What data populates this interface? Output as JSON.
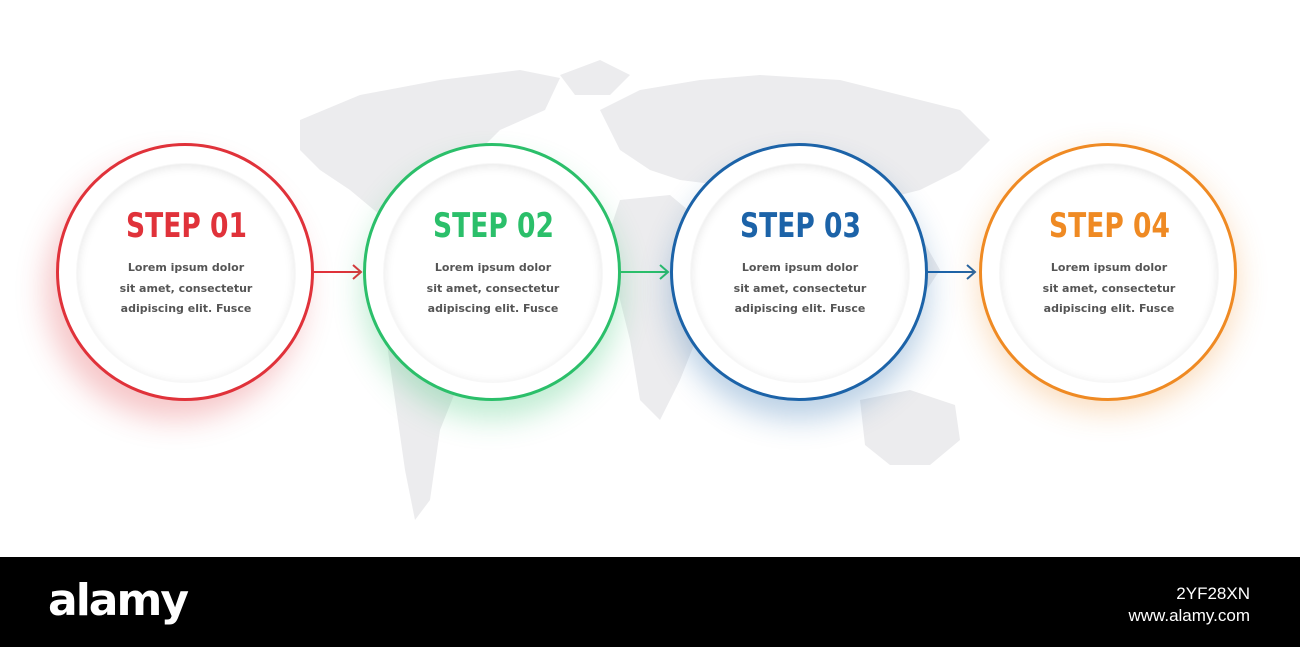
{
  "steps": [
    {
      "title": "STEP 01",
      "lines": [
        "Lorem ipsum dolor",
        "sit amet, consectetur",
        "adipiscing elit. Fusce"
      ],
      "color": "#e0323a"
    },
    {
      "title": "STEP 02",
      "lines": [
        "Lorem ipsum dolor",
        "sit amet, consectetur",
        "adipiscing elit. Fusce"
      ],
      "color": "#2bbf6a"
    },
    {
      "title": "STEP 03",
      "lines": [
        "Lorem ipsum dolor",
        "sit amet, consectetur",
        "adipiscing elit. Fusce"
      ],
      "color": "#1c63a8"
    },
    {
      "title": "STEP 04",
      "lines": [
        "Lorem ipsum dolor",
        "sit amet, consectetur",
        "adipiscing elit. Fusce"
      ],
      "color": "#ef8a23"
    }
  ],
  "footer": {
    "brand": "alamy",
    "image_id": "2YF28XN",
    "site": "www.alamy.com"
  }
}
